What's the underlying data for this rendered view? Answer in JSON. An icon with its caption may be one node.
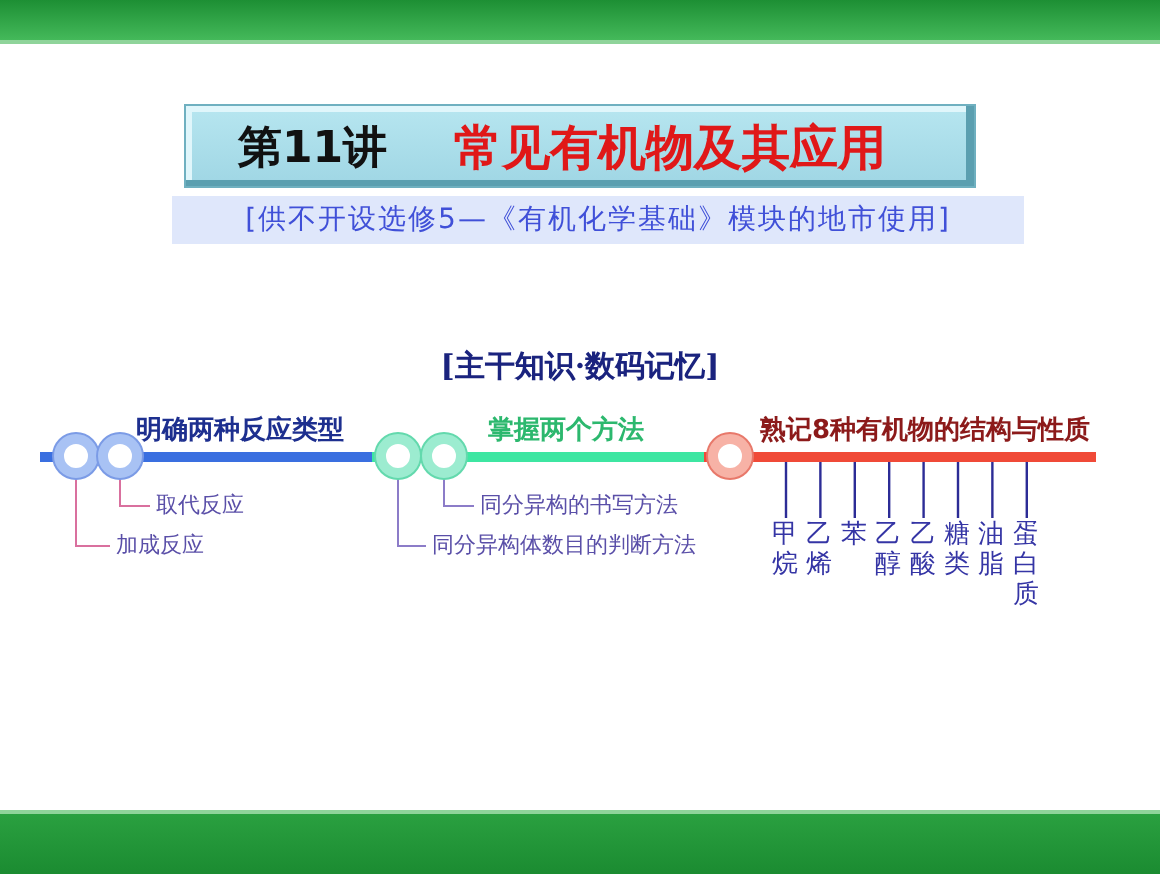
{
  "diagram": {
    "nodes": [
      {
        "text": [
          "第11讲",
          "常见有机物及其应用"
        ]
      },
      {
        "text": [
          "明确两种反应类型"
        ]
      },
      {
        "text": [],
        "shape": "circle"
      },
      {
        "text": [],
        "shape": "circle"
      },
      {
        "text": [
          "取代反应"
        ]
      },
      {
        "text": [
          "加成反应"
        ]
      },
      {
        "text": [
          "掌握两个方法"
        ]
      },
      {
        "text": [],
        "shape": "circle"
      },
      {
        "text": [],
        "shape": "circle"
      },
      {
        "text": [
          "同分异构的书写方法"
        ]
      },
      {
        "text": [
          "同分异构体数目的判断方法"
        ]
      },
      {
        "text": [
          "熟记8种有机物的结构与性质"
        ]
      },
      {
        "text": [],
        "shape": "circle"
      },
      {
        "text": [
          "甲烷"
        ]
      },
      {
        "text": [
          "乙烯"
        ]
      },
      {
        "text": [
          "苯"
        ]
      },
      {
        "text": [
          "乙醇"
        ]
      },
      {
        "text": [
          "乙酸"
        ]
      },
      {
        "text": [
          "糖类"
        ]
      },
      {
        "text": [
          "油脂"
        ]
      },
      {
        "text": [
          "蛋白质"
        ]
      }
    ],
    "edges": [
      {
        "from": 4,
        "to": 3,
        "arrow": "none",
        "color": "#d9709e"
      },
      {
        "from": 5,
        "to": 2,
        "arrow": "none",
        "color": "#d9709e"
      },
      {
        "from": 9,
        "to": 8,
        "arrow": "none",
        "color": "#8c7cc8"
      },
      {
        "from": 10,
        "to": 7,
        "arrow": "none",
        "color": "#8c7cc8"
      },
      {
        "from": 13,
        "to": 11,
        "arrow": "none"
      },
      {
        "from": 14,
        "to": 11,
        "arrow": "none"
      },
      {
        "from": 15,
        "to": 11,
        "arrow": "none"
      },
      {
        "from": 16,
        "to": 11,
        "arrow": "none"
      },
      {
        "from": 17,
        "to": 11,
        "arrow": "none"
      },
      {
        "from": 18,
        "to": 11,
        "arrow": "none"
      },
      {
        "from": 19,
        "to": 11,
        "arrow": "none"
      },
      {
        "from": 20,
        "to": 11,
        "arrow": "none"
      }
    ],
    "labels": [
      "[供不开设选修5—《有机化学基础》模块的地市使用]",
      "[主干知识·数码记忆]"
    ]
  }
}
